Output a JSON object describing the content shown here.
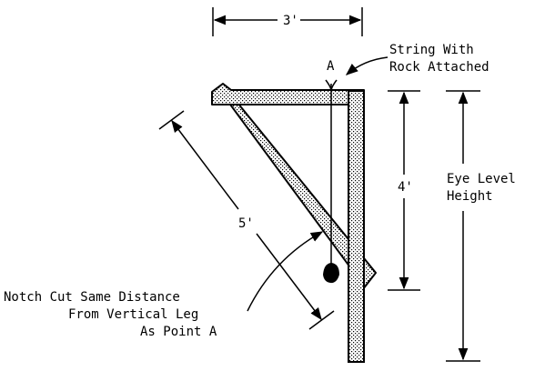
{
  "diagram": {
    "labels": {
      "top_width": "3'",
      "point": "A",
      "string_line1": "String With",
      "string_line2": "Rock Attached",
      "vertical_distance": "4'",
      "eye_level_line1": "Eye Level",
      "eye_level_line2": "Height",
      "diagonal_length": "5'",
      "notch_line1": "Notch Cut Same Distance",
      "notch_line2": "From Vertical Leg",
      "notch_line3": "As Point A"
    },
    "colors": {
      "ink": "#000000",
      "wood_fill": "#dcdcdc",
      "background": "#ffffff"
    }
  }
}
